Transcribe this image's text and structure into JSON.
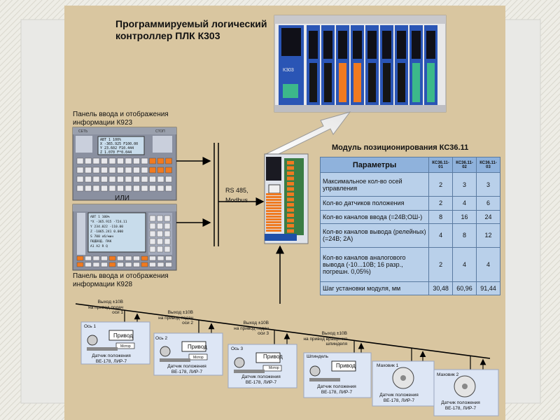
{
  "controller_title": [
    "Программируемый логический",
    "контроллер ПЛК К303"
  ],
  "panel_k923": [
    "Панель ввода и отображения",
    "информации К923"
  ],
  "panel_k928": [
    "Панель ввода и отображения",
    "информации К928"
  ],
  "or_label": "ИЛИ",
  "bus_label": [
    "RS 485,",
    "Modbus"
  ],
  "module_title": "Модуль позиционирования КС36.11",
  "k303_label": "К303",
  "k923_screen": [
    "АВТ  1           100%",
    "  X  -365.925   F100.00",
    "  Y  23.602     F10.444",
    "  Z  1.070      F*0.044"
  ],
  "k923_keys": [
    "СЕТЬ",
    "СТОП"
  ],
  "k928_screen": [
    "АВТ  1              100%",
    "*X -365.915    -724.11",
    " Y  234.022    -110.00",
    " Z -1065.241     0.000",
    " S  700 об/мин",
    "  ПОДВОД. ПАК",
    "A1   A2   R     Q"
  ],
  "table": {
    "header": [
      "Параметры",
      "КС36.11-01",
      "КС36.11-02",
      "КС36.11-03"
    ],
    "rows": [
      {
        "name": "Максимальное кол-во осей управления",
        "values": [
          "2",
          "3",
          "3"
        ]
      },
      {
        "name": "Кол-во датчиков положения",
        "values": [
          "2",
          "4",
          "6"
        ]
      },
      {
        "name": "Кол-во каналов ввода (=24В;ОШ-)",
        "values": [
          "8",
          "16",
          "24"
        ]
      },
      {
        "name": "Кол-во каналов вывода (релейных) (=24В; 2А)",
        "values": [
          "4",
          "8",
          "12"
        ]
      },
      {
        "name": "Кол-во каналов аналогового вывода (-10...10В; 16 разр., погрешн. 0,05%)",
        "values": [
          "2",
          "4",
          "4"
        ]
      },
      {
        "name": "Шаг установки модуля, мм",
        "values": [
          "30,48",
          "60,96",
          "91,44"
        ]
      }
    ]
  },
  "outputs": [
    [
      "Выход ±10В",
      "на привод подач",
      "оси 1"
    ],
    [
      "Выход ±10В",
      "на привод подач",
      "оси 2"
    ],
    [
      "Выход ±10В",
      "на привод подач",
      "оси 3"
    ],
    [
      "Выход ±10В",
      "на привод вращения",
      "шпинделя"
    ]
  ],
  "axes": [
    {
      "name": "Ось 1",
      "drive": "Привод",
      "motor": "Мотор",
      "sensor": [
        "Датчик положения",
        "ВЕ-178, ЛИР-7"
      ]
    },
    {
      "name": "Ось 2",
      "drive": "Привод",
      "motor": "Мотор",
      "sensor": [
        "Датчик положения",
        "ВЕ-178, ЛИР-7"
      ]
    },
    {
      "name": "Ось 3",
      "drive": "Привод",
      "motor": "Мотор",
      "sensor": [
        "Датчик положения",
        "ВЕ-178, ЛИР-7"
      ]
    },
    {
      "name": "Шпиндель",
      "drive": "Привод",
      "sensor": [
        "Датчик положения",
        "ВЕ-178, ЛИР-7"
      ]
    },
    {
      "name": "Маховик 1",
      "sensor": [
        "Датчик положения",
        "ВЕ-178, ЛИР-7"
      ]
    },
    {
      "name": "Маховик 2",
      "sensor": [
        "Датчик положения",
        "ВЕ-178, ЛИР-7"
      ]
    }
  ],
  "colors": {
    "accent": "#f07a20",
    "green": "#3cb88a",
    "module_blue": "#2050a8",
    "table_bg": "#b9d0ea",
    "bus_line": "#000000"
  }
}
